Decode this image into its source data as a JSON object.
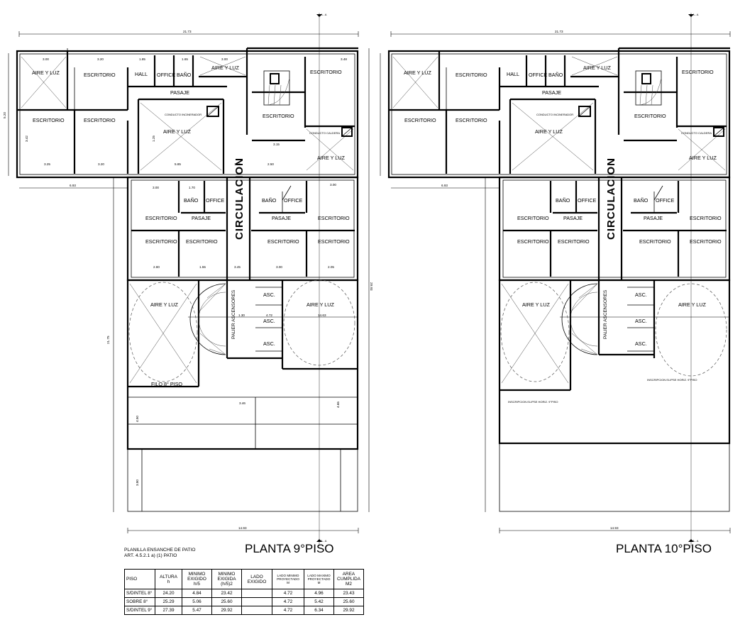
{
  "section_marker": "A - A",
  "left_plan": {
    "title": "PLANTA 9°PISO",
    "dims": {
      "total_width": "21.73",
      "lower_width": "14.93",
      "left_height": "5.20",
      "right_height": "29.93",
      "court_height": "21.75",
      "upper_offset": "6.93"
    },
    "rooms": {
      "aire_luz_tl": "AIRE Y LUZ",
      "escritorio_a": "ESCRITORIO",
      "hall": "HALL",
      "office": "OFFICE",
      "bano": "BAÑO",
      "aire_luz_top": "AIRE Y LUZ",
      "escritorio_tr": "ESCRITORIO",
      "pasaje_top": "PASAJE",
      "escritorio_b": "ESCRITORIO",
      "escritorio_c": "ESCRITORIO",
      "conducto_inc": "CONDUCTO INCINERADOR",
      "aire_luz_c": "AIRE Y LUZ",
      "escritorio_d": "ESCRITORIO",
      "conducto_cal": "CONDUCTO CALDERA",
      "aire_luz_r": "AIRE Y LUZ",
      "bano_2": "BAÑO",
      "office_2": "OFFICE",
      "bano_3": "BAÑO",
      "office_3": "OFFICE",
      "circulacion": "CIRCULACION",
      "escritorio_e": "ESCRITORIO",
      "pasaje_2": "PASAJE",
      "pasaje_3": "PASAJE",
      "escritorio_f": "ESCRITORIO",
      "escritorio_g": "ESCRITORIO",
      "escritorio_h": "ESCRITORIO",
      "escritorio_i": "ESCRITORIO",
      "escritorio_j": "ESCRITORIO",
      "aire_luz_bl": "AIRE Y LUZ",
      "palier": "PALIER ASCENSORES",
      "asc_1": "ASC.",
      "asc_2": "ASC.",
      "asc_3": "ASC.",
      "aire_luz_br": "AIRE Y LUZ",
      "filo": "FILO 8° PISO"
    },
    "small_dims": [
      "3.00",
      "3.20",
      "1.85",
      "1.65",
      "3.00",
      "3.48",
      "3.25",
      "3.20",
      "5.85",
      "1.55",
      "2.50",
      "3.15",
      "3.00",
      "1.70",
      "3.00",
      "2.80",
      "1.55",
      "3.45",
      "3.00",
      "2.05",
      "1.30",
      "4.72",
      "14.63",
      "3.46",
      "4.50",
      "3.80",
      "3.42",
      "4.65",
      "1.25"
    ]
  },
  "right_plan": {
    "title": "PLANTA 10°PISO",
    "dims": {
      "total_width": "21.73",
      "lower_width": "14.93",
      "upper_offset": "6.93"
    },
    "inscripcion_1": "INSCRIPCION ELIPSE HORIZ. 9°PISO",
    "inscripcion_2": "INSCRIPCION ELIPSE HORIZ. 9°PISO"
  },
  "planilla": {
    "title_1": "PLANILLA ENSANCHE DE PATIO",
    "title_2": "ART. 4.5.2.1 a) (1) PATIO",
    "headers": {
      "piso": "PISO",
      "altura": "ALTURA",
      "altura_u": "h",
      "min1": "MINIMO EXIGIDO",
      "min1_u": "h/5",
      "min2": "MINIMO EXIGIDA",
      "min2_u": "(h/5)2",
      "lado": "LADO EXIGIDO",
      "lado_min": "LADO MINIMO PROYECTADO",
      "lado_min_u": "M",
      "lado_max": "LADO MAXIMO PROYECTADO",
      "lado_max_u": "M",
      "area": "AREA CUMPLIDA",
      "area_u": "M2"
    },
    "rows": [
      {
        "piso": "S/DINTEL 8°",
        "altura": "24.20",
        "min1": "4.84",
        "min2": "23.42",
        "lado": "",
        "lado_min": "4.72",
        "lado_max": "4.96",
        "area": "23.43"
      },
      {
        "piso": "SOBRE 8°",
        "altura": "25.29",
        "min1": "5.06",
        "min2": "25.60",
        "lado": "",
        "lado_min": "4.72",
        "lado_max": "5.42",
        "area": "25.60"
      },
      {
        "piso": "S/DINTEL 9°",
        "altura": "27.39",
        "min1": "5.47",
        "min2": "29.92",
        "lado": "",
        "lado_min": "4.72",
        "lado_max": "6.34",
        "area": "29.92"
      }
    ]
  }
}
